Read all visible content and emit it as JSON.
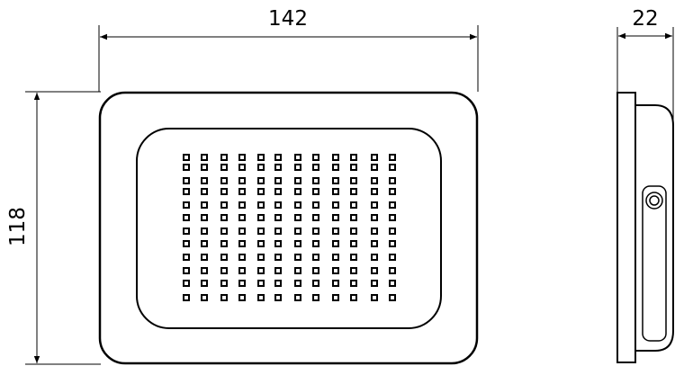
{
  "dimensions": {
    "width": "142",
    "height": "118",
    "depth": "22"
  },
  "led_grid": {
    "columns": 12,
    "rows": 12
  },
  "colors": {
    "line": "#000000",
    "background": "#ffffff"
  }
}
